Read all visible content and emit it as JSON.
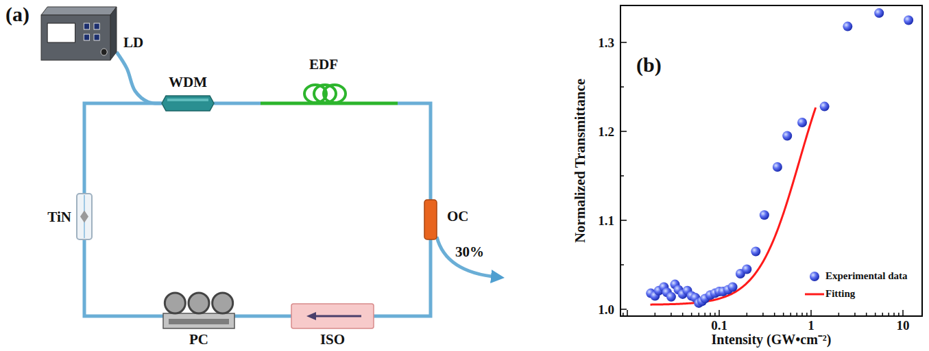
{
  "diagram": {
    "nodes": [
      {
        "text": [
          "LD"
        ]
      },
      {
        "text": [
          "WDM"
        ]
      },
      {
        "text": [
          "EDF"
        ]
      },
      {
        "text": [
          "OC"
        ]
      },
      {
        "text": [
          "ISO"
        ]
      },
      {
        "text": [
          "PC"
        ]
      },
      {
        "text": [
          "TiN"
        ]
      }
    ],
    "edges": [
      {
        "from": 0,
        "to": 1,
        "arrow": "none"
      },
      {
        "from": 1,
        "to": 2,
        "arrow": "none"
      },
      {
        "from": 2,
        "to": 3,
        "arrow": "none"
      },
      {
        "from": 3,
        "to": 4,
        "arrow": "none"
      },
      {
        "from": 4,
        "to": 5,
        "arrow": "none"
      },
      {
        "from": 5,
        "to": 6,
        "arrow": "none"
      },
      {
        "from": 6,
        "to": 1,
        "arrow": "none"
      }
    ],
    "labels": [
      "(a)",
      "30%",
      "(b)",
      "1.0",
      "1.1",
      "1.2",
      "1.3",
      "0.1",
      "1",
      "10",
      "Normalized Transmittance",
      "Intensity (GW•cm⁻²)"
    ],
    "legend": [
      {
        "text": "Experimental data"
      },
      {
        "text": "Fitting"
      }
    ]
  }
}
